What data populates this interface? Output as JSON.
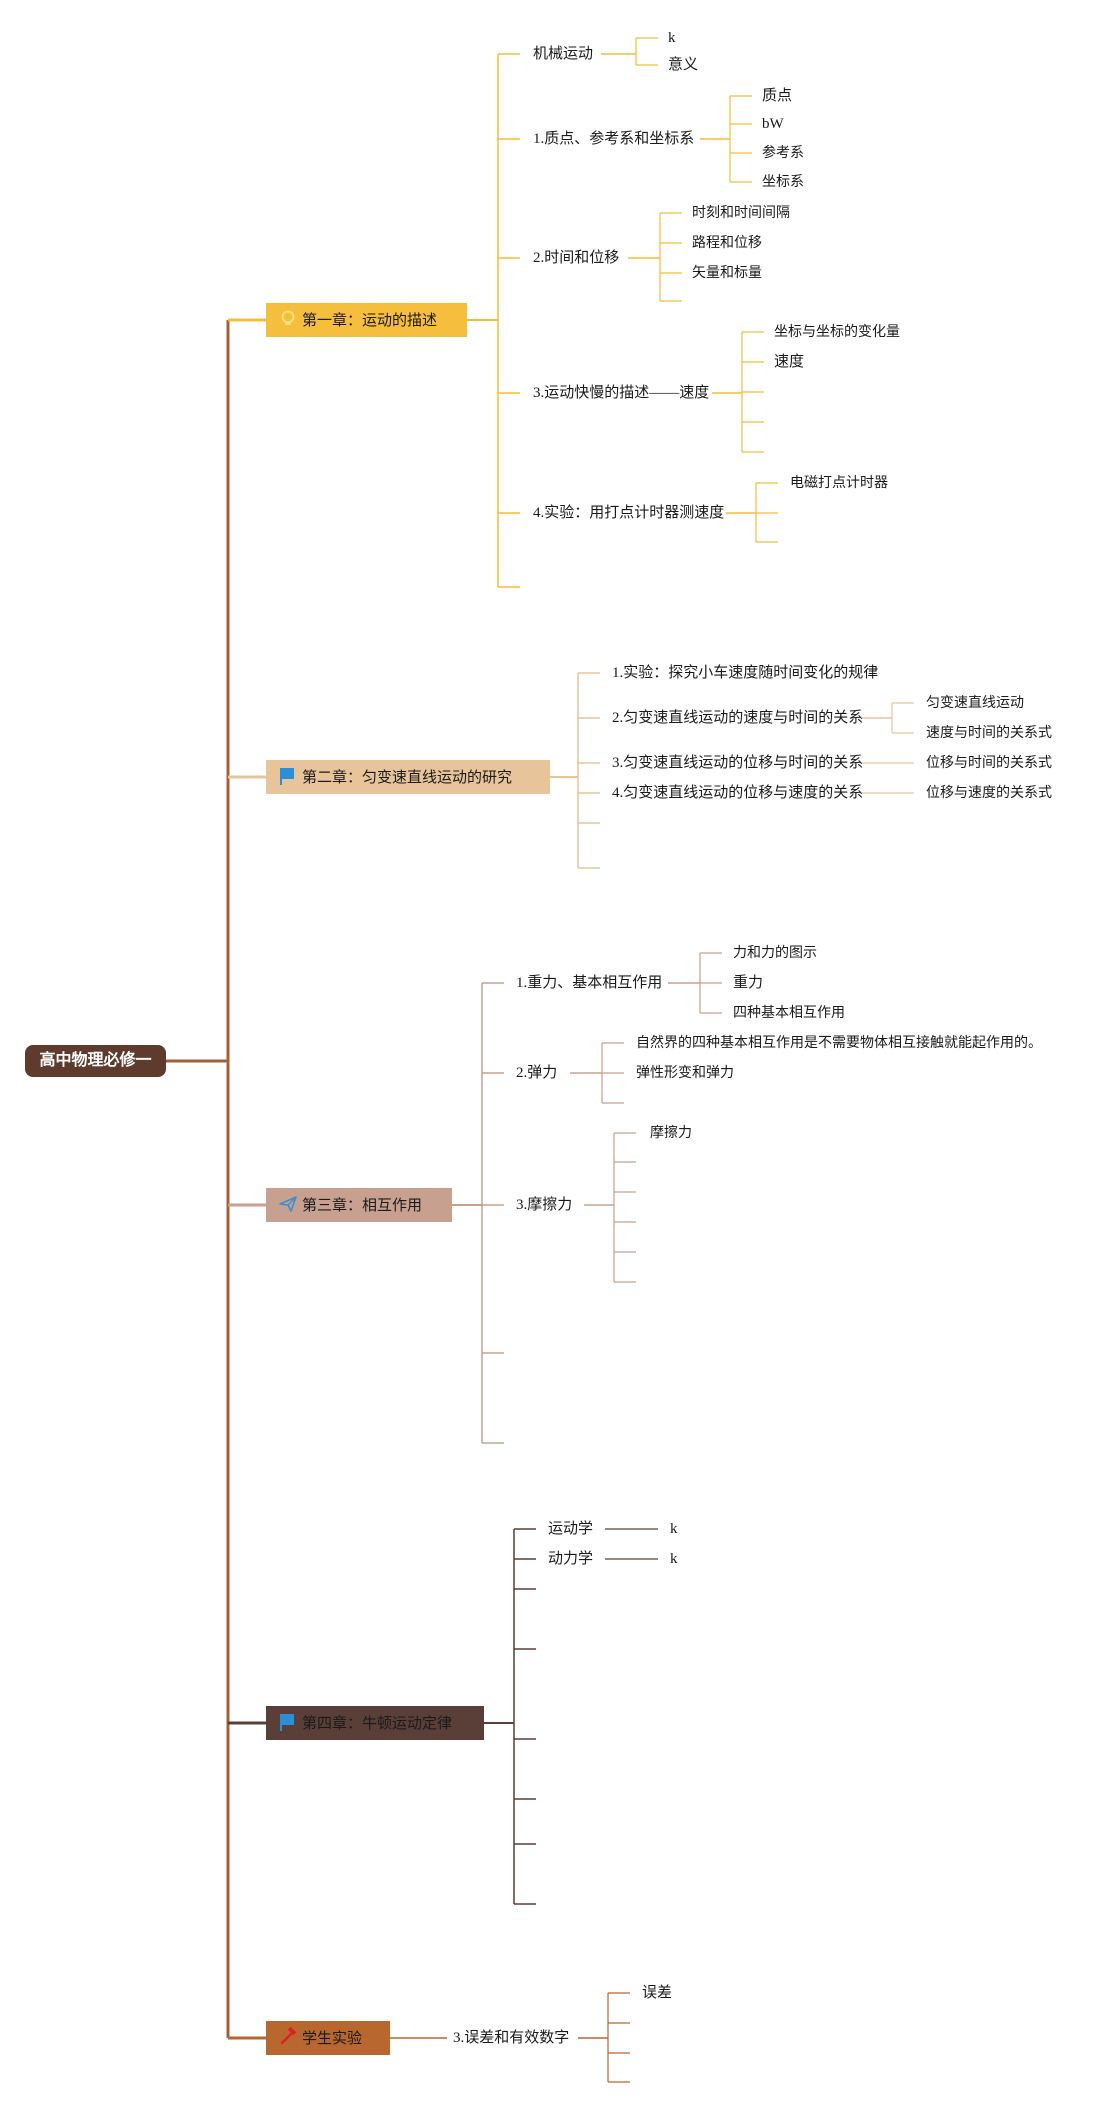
{
  "root": {
    "label": "高中物理必修一"
  },
  "chapters": [
    {
      "label": "第一章：运动的描述",
      "icon": "bulb-icon",
      "color": "#f5be3c",
      "sections": [
        {
          "label": "机械运动",
          "children": [
            "k",
            "意义"
          ]
        },
        {
          "label": "1.质点、参考系和坐标系",
          "children": [
            "质点",
            "bW",
            "参考系",
            "坐标系"
          ]
        },
        {
          "label": "2.时间和位移",
          "children": [
            "时刻和时间间隔",
            "路程和位移",
            "矢量和标量",
            ""
          ]
        },
        {
          "label": "3.运动快慢的描述——速度",
          "children": [
            "坐标与坐标的变化量",
            "速度",
            "",
            "",
            ""
          ]
        },
        {
          "label": "4.实验：用打点计时器测速度",
          "children": [
            "电磁打点计时器",
            "",
            ""
          ]
        },
        {
          "label": "",
          "children": []
        }
      ]
    },
    {
      "label": "第二章：匀变速直线运动的研究",
      "icon": "flag-icon",
      "color": "#e8c49a",
      "sections": [
        {
          "label": "1.实验：探究小车速度随时间变化的规律",
          "children": []
        },
        {
          "label": "2.匀变速直线运动的速度与时间的关系",
          "children": [
            "匀变速直线运动",
            "速度与时间的关系式"
          ]
        },
        {
          "label": "3.匀变速直线运动的位移与时间的关系",
          "children": [
            "位移与时间的关系式"
          ]
        },
        {
          "label": "4.匀变速直线运动的位移与速度的关系",
          "children": [
            "位移与速度的关系式"
          ]
        },
        {
          "label": "",
          "children": []
        },
        {
          "label": "",
          "children": []
        }
      ]
    },
    {
      "label": "第三章：相互作用",
      "icon": "paper-plane-icon",
      "color": "#c8a090",
      "sections": [
        {
          "label": "1.重力、基本相互作用",
          "children": [
            "力和力的图示",
            "重力",
            "四种基本相互作用"
          ]
        },
        {
          "label": "2.弹力",
          "children": [
            "自然界的四种基本相互作用是不需要物体相互接触就能起作用的。",
            "弹性形变和弹力",
            ""
          ]
        },
        {
          "label": "3.摩擦力",
          "children": [
            "摩擦力",
            "",
            "",
            "",
            "",
            ""
          ]
        },
        {
          "label": "",
          "children": []
        },
        {
          "label": "",
          "children": []
        }
      ]
    },
    {
      "label": "第四章：牛顿运动定律",
      "icon": "flag-icon",
      "color": "#5a3f38",
      "sections": [
        {
          "label": "运动学",
          "children": [
            "k"
          ]
        },
        {
          "label": "动力学",
          "children": [
            "k"
          ]
        },
        {
          "label": "",
          "children": []
        },
        {
          "label": "",
          "children": []
        },
        {
          "label": "",
          "children": []
        },
        {
          "label": "",
          "children": []
        },
        {
          "label": "",
          "children": []
        },
        {
          "label": "",
          "children": []
        }
      ]
    },
    {
      "label": "学生实验",
      "icon": "hammer-icon",
      "color": "#b8672f",
      "sections": [
        {
          "label": "3.误差和有效数字",
          "children": [
            "误差",
            "",
            "",
            ""
          ]
        }
      ]
    }
  ]
}
